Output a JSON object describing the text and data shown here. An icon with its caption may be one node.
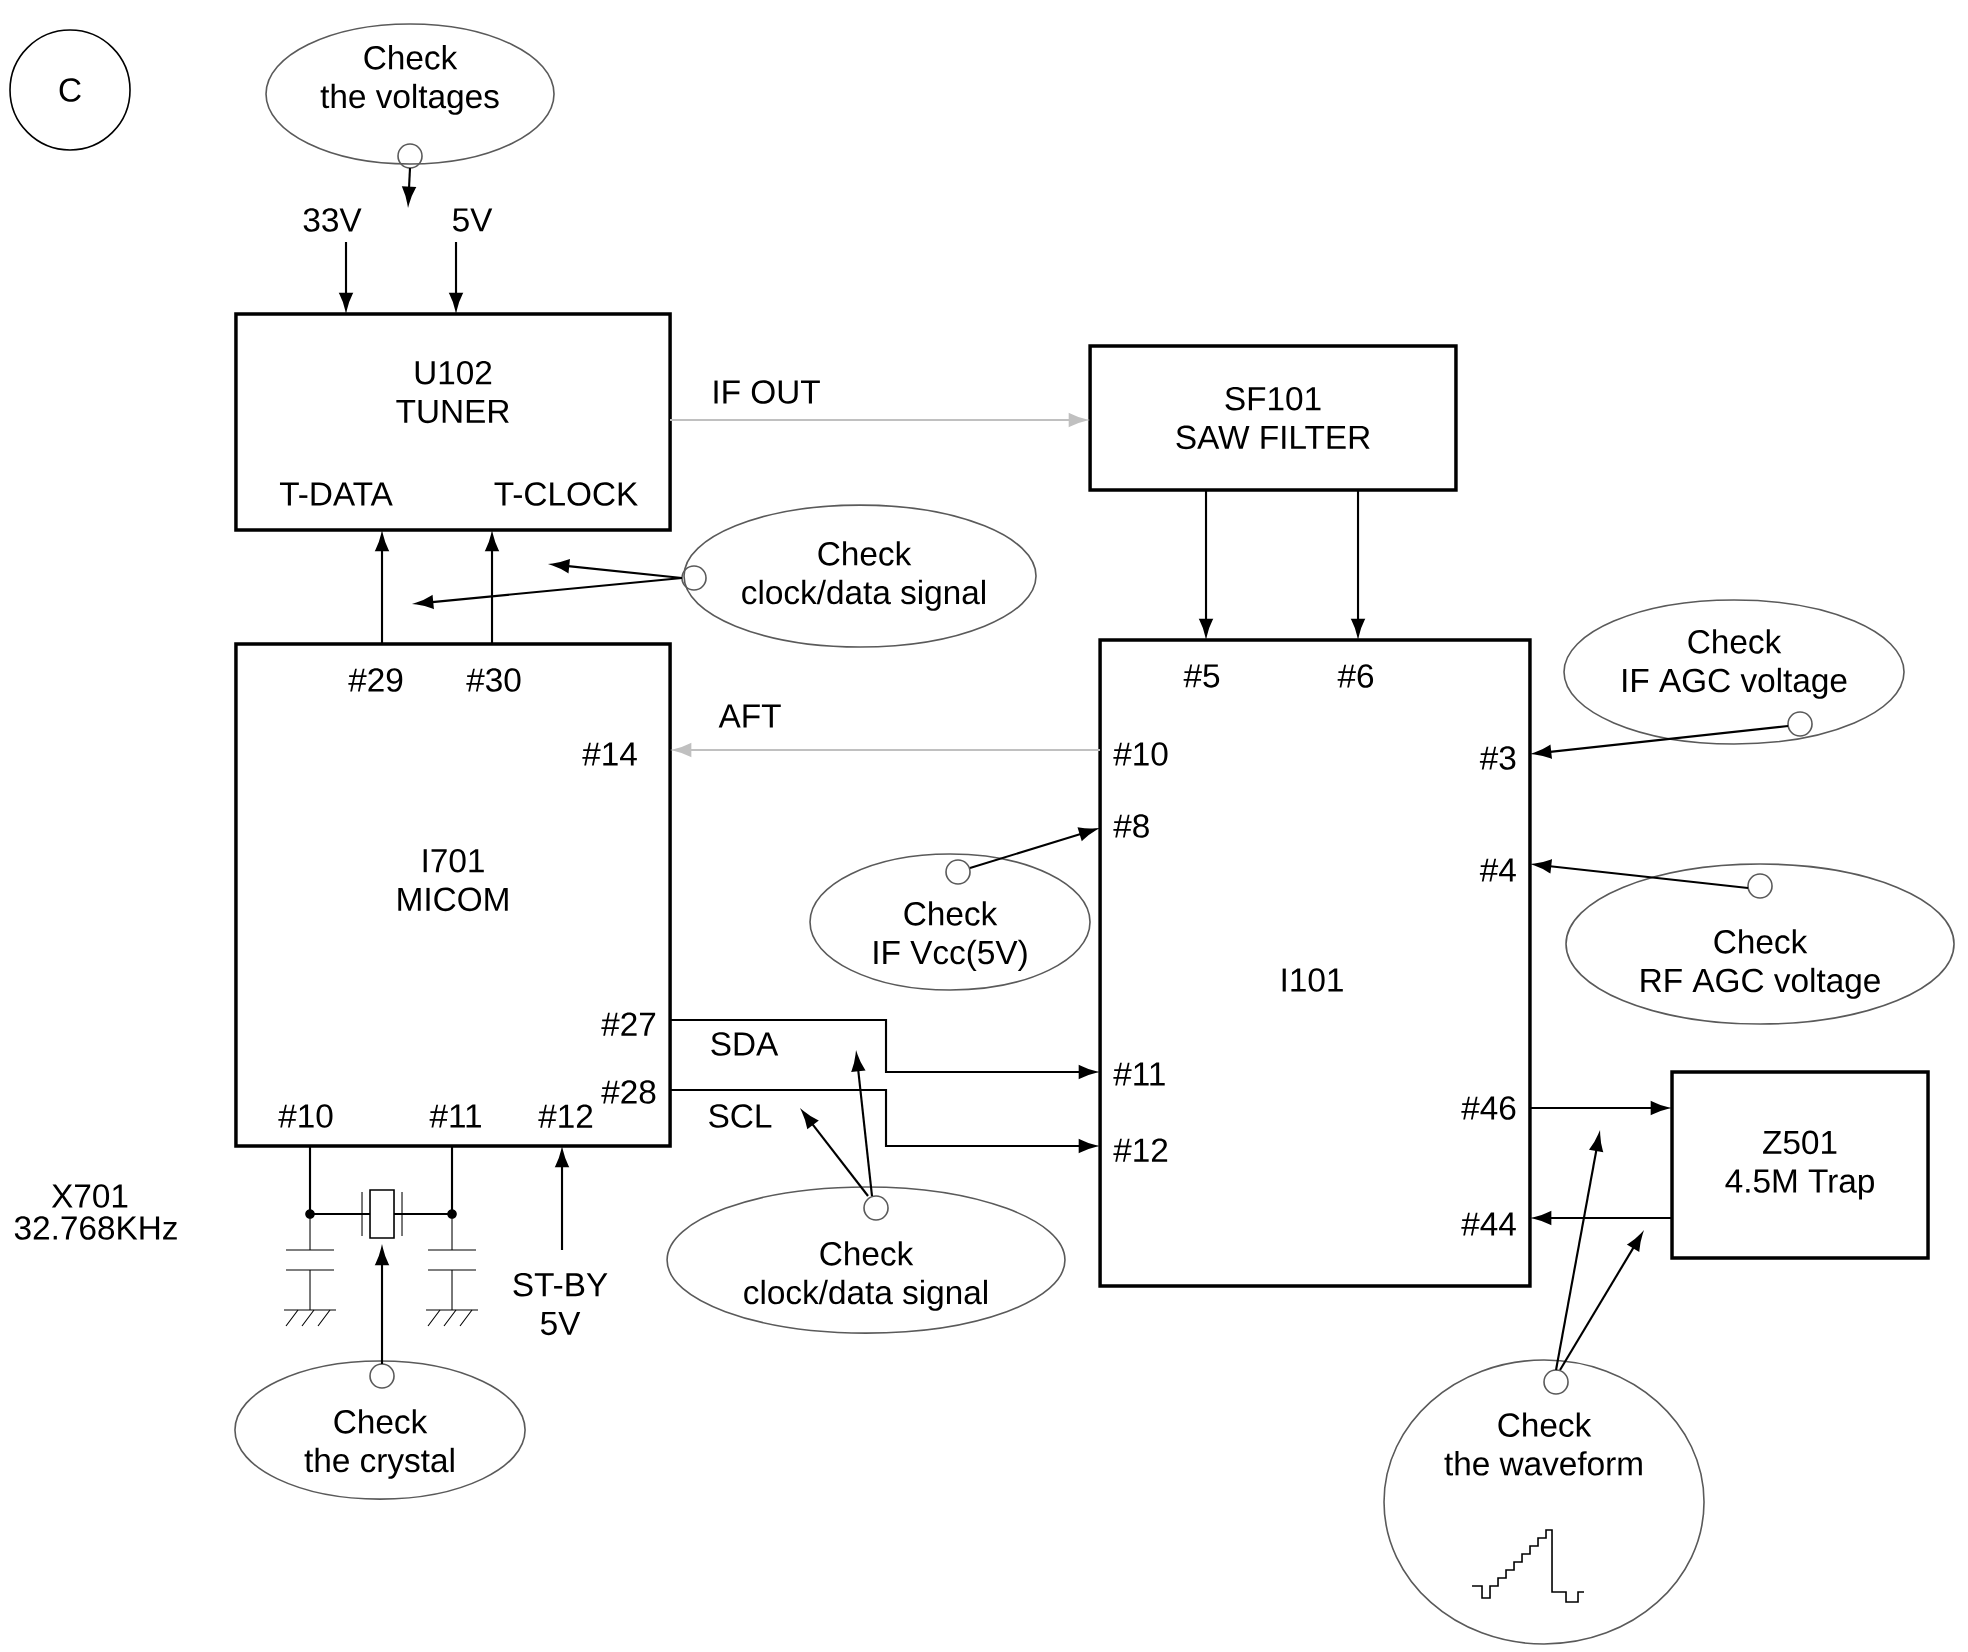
{
  "diagram": {
    "nodes": [
      {
        "text": [
          "C"
        ]
      },
      {
        "text": [
          "Check the voltages"
        ]
      },
      {
        "text": [
          "33V"
        ]
      },
      {
        "text": [
          "5V"
        ]
      },
      {
        "text": [
          "U102 TUNER",
          "T-DATA",
          "T-CLOCK"
        ]
      },
      {
        "text": [
          "SF101 SAW FILTER"
        ]
      },
      {
        "text": [
          "Check clock/data signal"
        ]
      },
      {
        "text": [
          "#29",
          "#30",
          "#14",
          "I701 MICOM",
          "#27",
          "#28",
          "#10",
          "#11",
          "#12"
        ]
      },
      {
        "text": [
          "#5",
          "#6",
          "#10",
          "#3",
          "#8",
          "#4",
          "I101",
          "#11",
          "#12",
          "#46",
          "#44"
        ]
      },
      {
        "text": [
          "Check IF AGC voltage"
        ]
      },
      {
        "text": [
          "Check IF Vcc(5V)"
        ]
      },
      {
        "text": [
          "Check RF AGC voltage"
        ]
      },
      {
        "text": [
          "Z501 4.5M Trap"
        ]
      },
      {
        "text": [
          "Check clock/data signal"
        ]
      },
      {
        "text": [
          "ST-BY 5V"
        ]
      },
      {
        "text": [
          "Check the crystal"
        ]
      },
      {
        "text": [
          "Check the waveform"
        ]
      },
      {
        "text": [],
        "shape": "crystal"
      }
    ],
    "edges": [
      {
        "from": 2,
        "to": 4,
        "arrow": "to"
      },
      {
        "from": 3,
        "to": 4,
        "arrow": "to"
      },
      {
        "from": 1,
        "to": 3,
        "arrow": "to"
      },
      {
        "from": 4,
        "to": 5,
        "arrow": "to",
        "label": "IF OUT",
        "color": "#c0c0c0"
      },
      {
        "from": 7,
        "to": 4,
        "arrow": "to"
      },
      {
        "from": 7,
        "to": 4,
        "arrow": "to"
      },
      {
        "from": 6,
        "to": null,
        "arrow": "to"
      },
      {
        "from": 6,
        "to": null,
        "arrow": "to"
      },
      {
        "from": 5,
        "to": 8,
        "arrow": "to"
      },
      {
        "from": 5,
        "to": 8,
        "arrow": "to"
      },
      {
        "from": 8,
        "to": 7,
        "arrow": "to",
        "label": "AFT",
        "color": "#c0c0c0"
      },
      {
        "from": 9,
        "to": 8,
        "arrow": "to"
      },
      {
        "from": 10,
        "to": 8,
        "arrow": "to"
      },
      {
        "from": 11,
        "to": 8,
        "arrow": "to"
      },
      {
        "from": 7,
        "to": 8,
        "arrow": "to",
        "label": "SDA"
      },
      {
        "from": 7,
        "to": 8,
        "arrow": "to",
        "label": "SCL"
      },
      {
        "from": 13,
        "to": null,
        "arrow": "to"
      },
      {
        "from": 13,
        "to": null,
        "arrow": "to"
      },
      {
        "from": 8,
        "to": 12,
        "arrow": "to"
      },
      {
        "from": 12,
        "to": 8,
        "arrow": "to"
      },
      {
        "from": 14,
        "to": 7,
        "arrow": "to"
      },
      {
        "from": 15,
        "to": 17,
        "arrow": "to"
      },
      {
        "from": 16,
        "to": null,
        "arrow": "to"
      },
      {
        "from": 16,
        "to": null,
        "arrow": "to"
      },
      {
        "from": 7,
        "to": 17,
        "arrow": "none"
      },
      {
        "from": 7,
        "to": 17,
        "arrow": "none"
      }
    ],
    "labels": [
      "X701",
      "32.768KHz"
    ]
  }
}
